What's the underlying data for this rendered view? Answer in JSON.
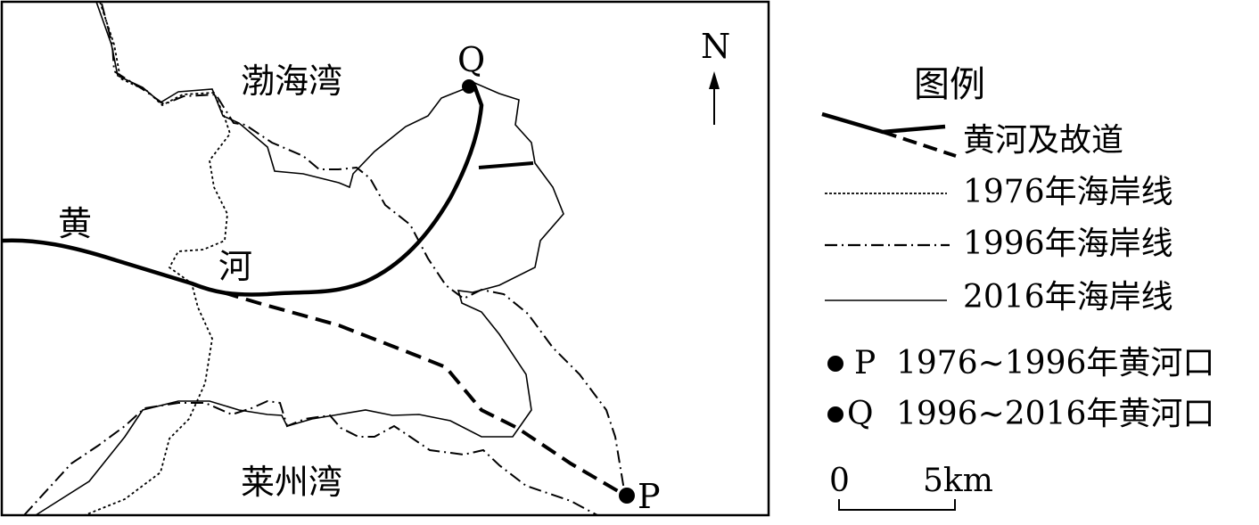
{
  "map": {
    "bohai_bay": "渤海湾",
    "laizhou_bay": "莱州湾",
    "river_char_1": "黄",
    "river_char_2": "河",
    "point_q": "Q",
    "point_p": "P",
    "north_label": "N"
  },
  "legend": {
    "title": "图例",
    "items": [
      {
        "label": "黄河及故道"
      },
      {
        "label": "1976年海岸线"
      },
      {
        "label": "1996年海岸线"
      },
      {
        "label": "2016年海岸线"
      },
      {
        "marker": "P",
        "label": "1976~1996年黄河口"
      },
      {
        "marker": "Q",
        "label": "1996~2016年黄河口"
      }
    ],
    "scale": {
      "start": "0",
      "end": "5km"
    }
  }
}
